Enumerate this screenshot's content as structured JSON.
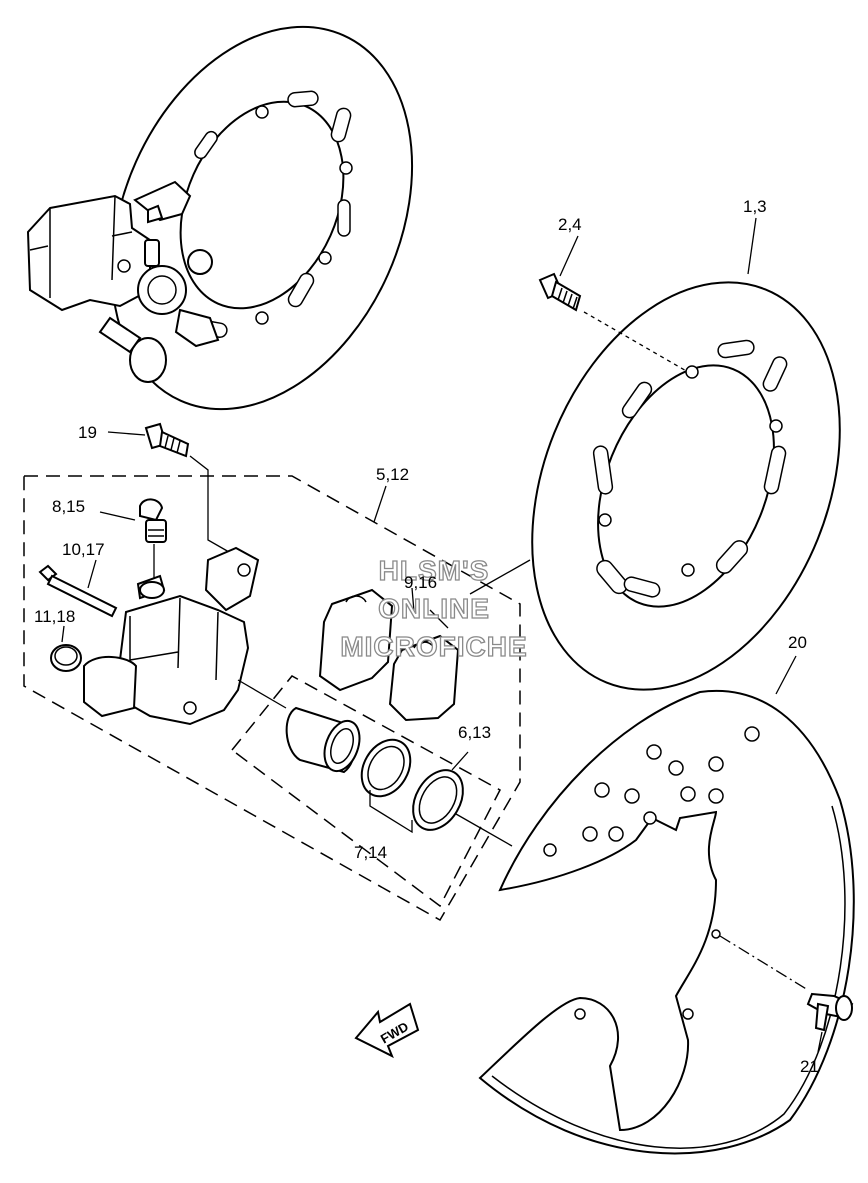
{
  "callouts": {
    "c_1_3": "1,3",
    "c_2_4": "2,4",
    "c_5_12": "5,12",
    "c_6_13": "6,13",
    "c_7_14": "7,14",
    "c_8_15": "8,15",
    "c_9_16": "9,16",
    "c_10_17": "10,17",
    "c_11_18": "11,18",
    "c_19": "19",
    "c_20": "20",
    "c_21": "21"
  },
  "watermark": {
    "line1": "HLSM'S",
    "line2": "ONLINE",
    "line3": "MICROFICHE"
  },
  "fwd_arrow": "FWD"
}
